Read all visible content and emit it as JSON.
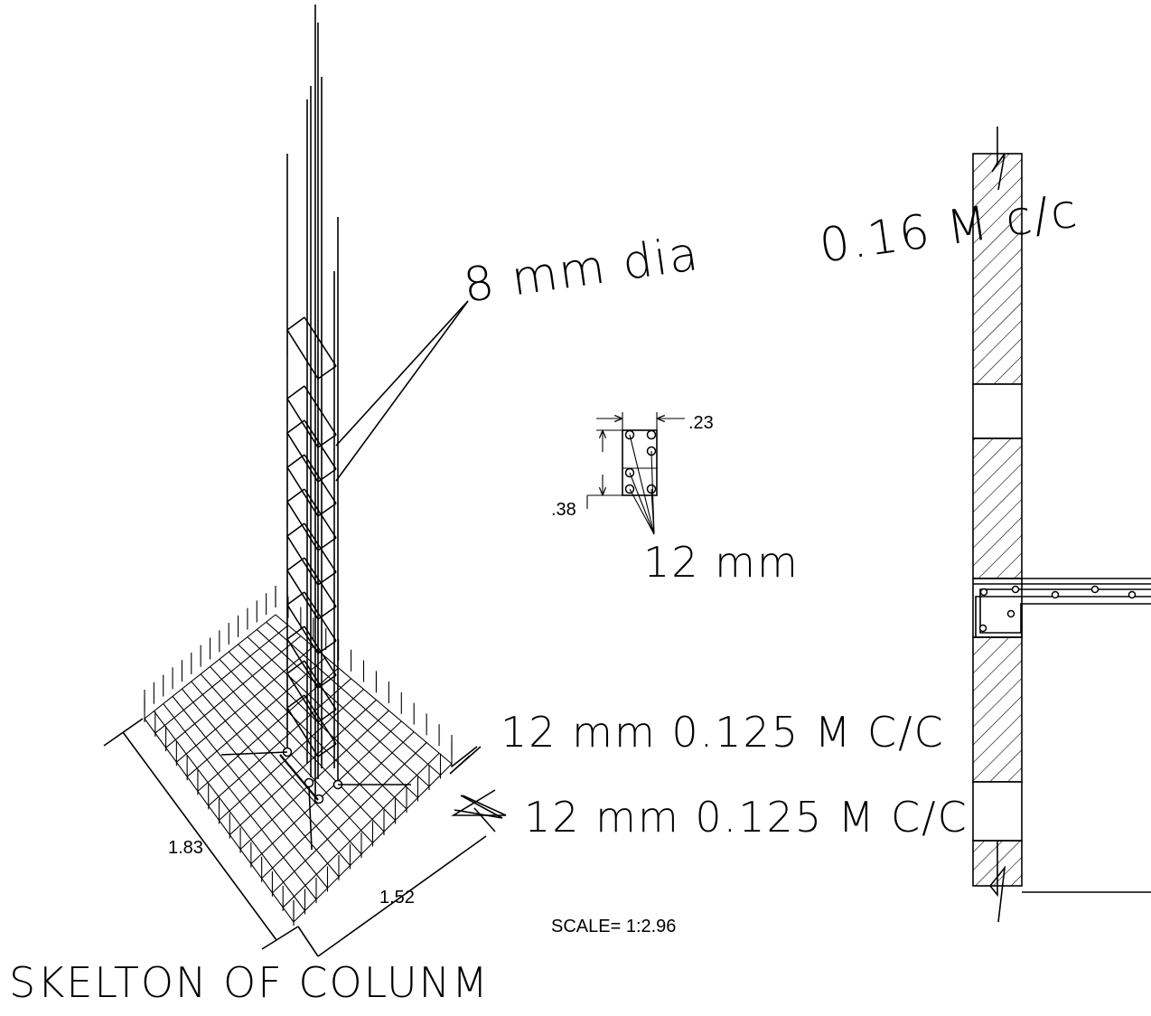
{
  "labels": {
    "stirrup": "8 mm dia",
    "stirrup_spacing": "0.16 M c/c",
    "main_bars": "12 mm",
    "mesh_top": "12 mm 0.125 M C/C",
    "mesh_bottom": "12 mm 0.125 M C/C",
    "scale": "SCALE=  1:2.96",
    "title": "SKELTON  OF  COLUNM"
  },
  "dimensions": {
    "col_width": ".23",
    "col_depth": ".38",
    "footing_length": "1.83",
    "footing_width": "1.52"
  }
}
